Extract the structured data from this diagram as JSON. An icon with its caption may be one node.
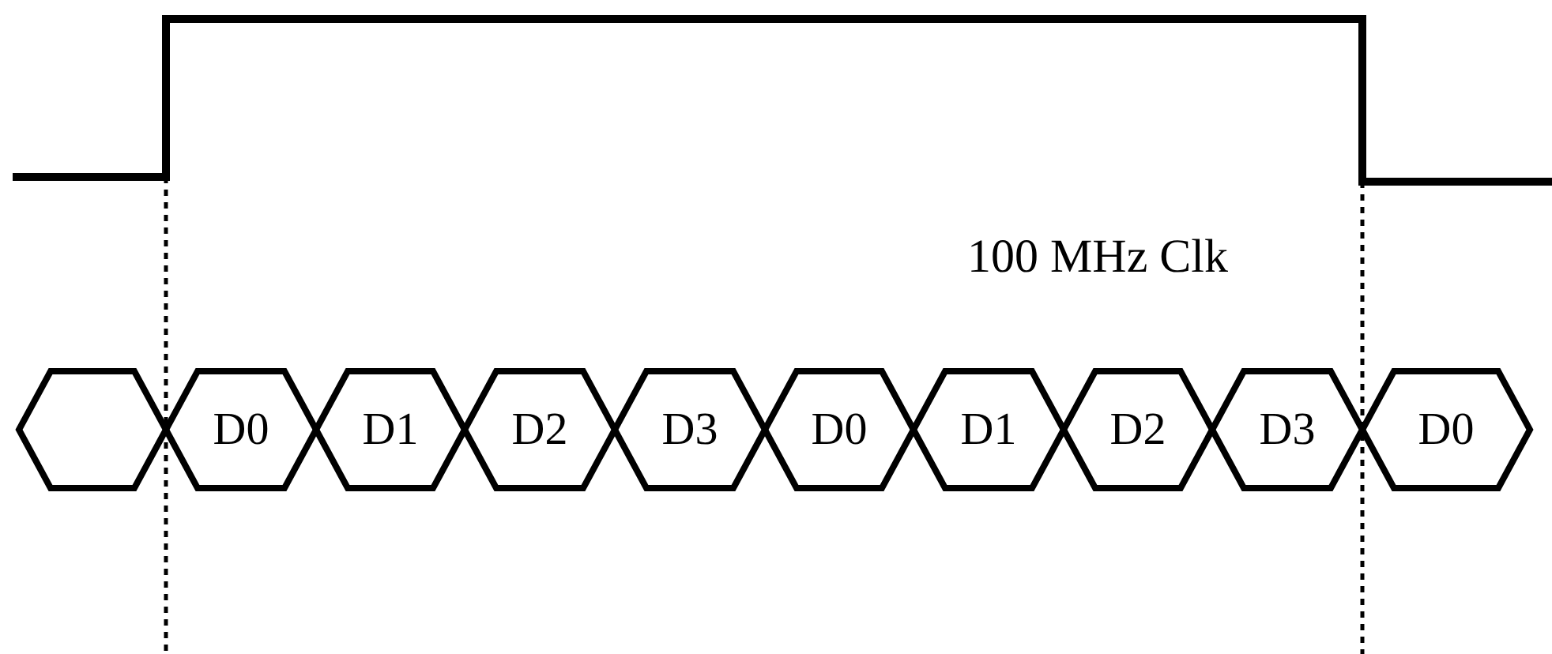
{
  "diagram": {
    "nodes": [
      {
        "text": [],
        "shape": "hexagon"
      },
      {
        "text": [
          "D0"
        ]
      },
      {
        "text": [
          "D1"
        ]
      },
      {
        "text": [
          "D2"
        ]
      },
      {
        "text": [
          "D3"
        ]
      },
      {
        "text": [
          "D0"
        ]
      },
      {
        "text": [
          "D1"
        ]
      },
      {
        "text": [
          "D2"
        ]
      },
      {
        "text": [
          "D3"
        ]
      },
      {
        "text": [
          "D0"
        ]
      }
    ],
    "labels": [
      "100 MHz Clk"
    ]
  }
}
